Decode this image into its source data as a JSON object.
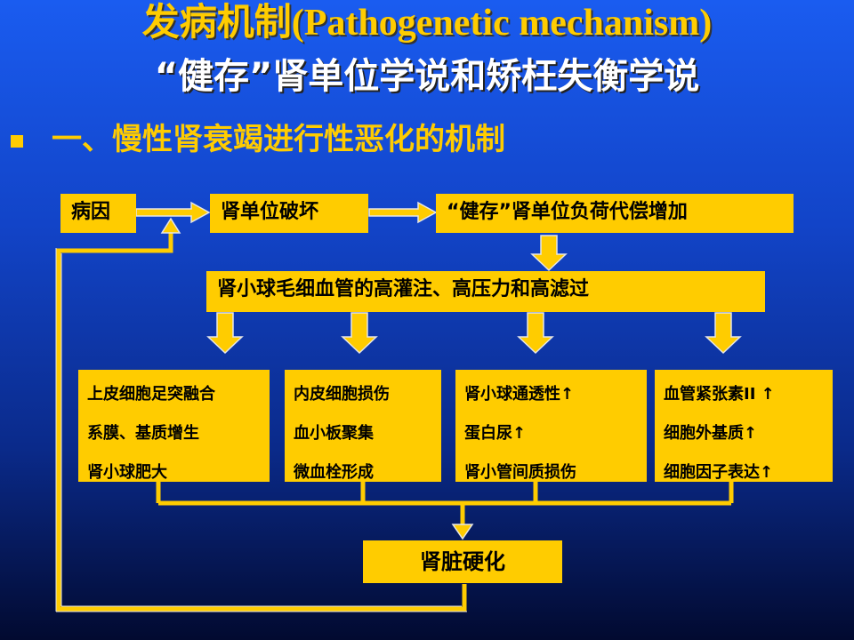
{
  "title": "发病机制(Pathogenetic mechanism)",
  "subtitle": "“健存”肾单位学说和矫枉失衡学说",
  "bullet": "一、慢性肾衰竭进行性恶化的机制",
  "nodes": {
    "cause": "病因",
    "nephron_damage": "肾单位破坏",
    "load_increase": "“健存”肾单位负荷代偿增加",
    "glomerular": "肾小球毛细血管的高灌注、高压力和高滤过",
    "sclerosis": "肾脏硬化"
  },
  "effects": [
    [
      "上皮细胞足突融合",
      "系膜、基质增生",
      "肾小球肥大"
    ],
    [
      "内皮细胞损伤",
      "血小板聚集",
      "微血栓形成"
    ],
    [
      "肾小球通透性↑",
      "蛋白尿↑",
      "肾小管间质损伤"
    ],
    [
      "血管紧张素II ↑",
      "细胞外基质↑",
      "细胞因子表达↑"
    ]
  ],
  "colors": {
    "box_fill": "#ffcc00",
    "title": "#ffcc00",
    "subtitle": "#ffffff",
    "arrow_outline": "#e6e6e6"
  }
}
